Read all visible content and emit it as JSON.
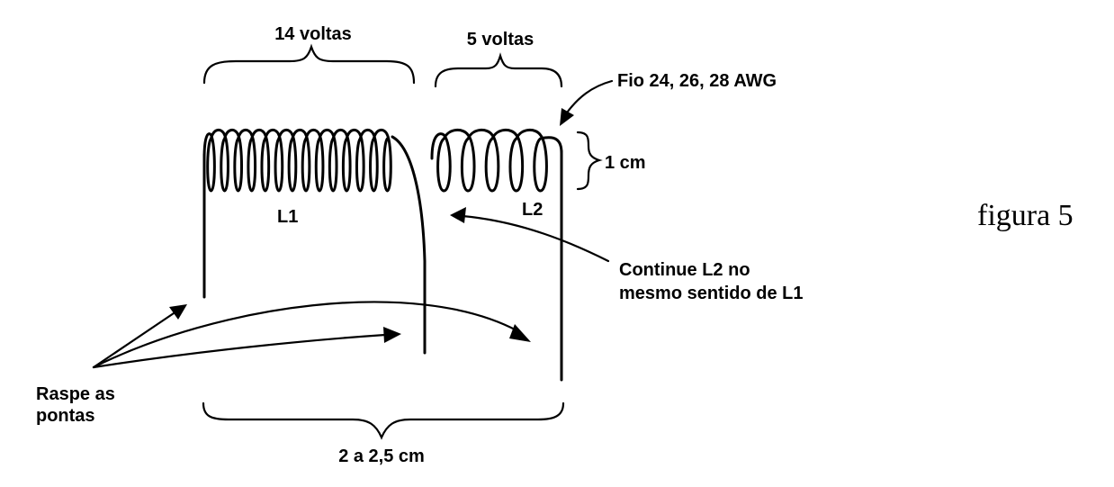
{
  "labels": {
    "turns_l1": "14 voltas",
    "turns_l2": "5 voltas",
    "wire_gauge": "Fio 24, 26, 28 AWG",
    "height": "1 cm",
    "coil_l1": "L1",
    "coil_l2": "L2",
    "figure": "figura 5",
    "continue_line1": "Continue L2 no",
    "continue_line2": "mesmo sentido de L1",
    "scrape_line1": "Raspe as",
    "scrape_line2": "pontas",
    "length": "2 a 2,5 cm"
  },
  "coils": [
    {
      "name": "L1",
      "turns": 14
    },
    {
      "name": "L2",
      "turns": 5
    }
  ],
  "colors": {
    "ink": "#000000",
    "paper": "#ffffff"
  }
}
